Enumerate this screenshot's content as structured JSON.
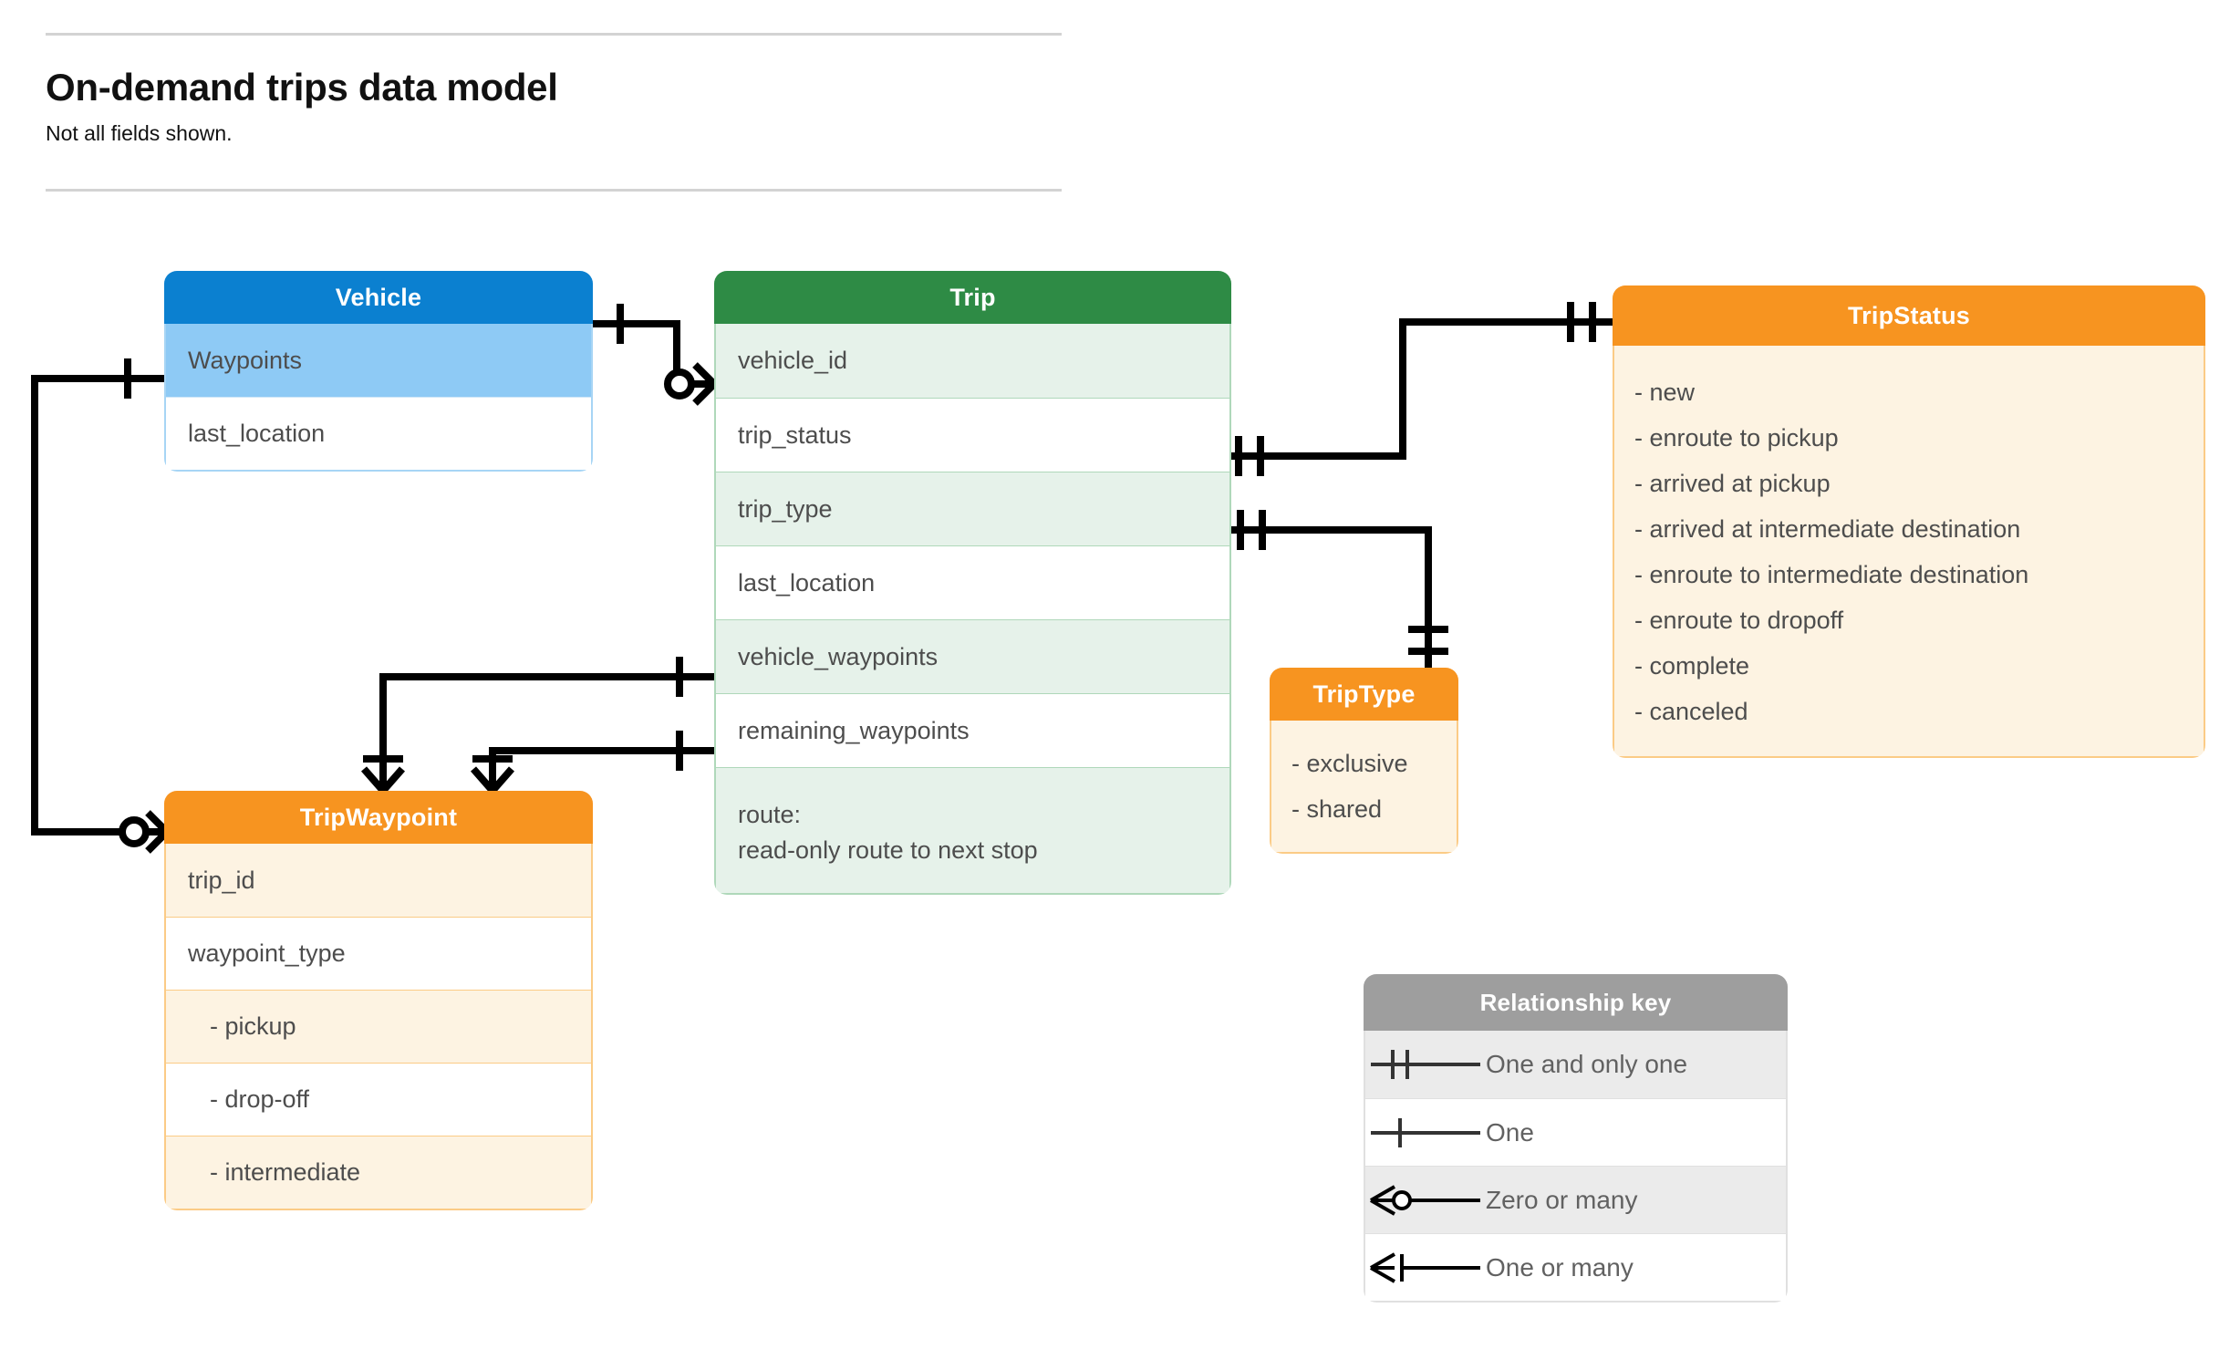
{
  "header": {
    "title": "On-demand trips data model",
    "subtitle": "Not all fields shown."
  },
  "entities": {
    "vehicle": {
      "name": "Vehicle",
      "header_color": "#0B80D0",
      "fields": [
        {
          "label": "Waypoints"
        },
        {
          "label": "last_location"
        }
      ]
    },
    "trip": {
      "name": "Trip",
      "header_color": "#2E8B45",
      "fields": [
        {
          "label": "vehicle_id"
        },
        {
          "label": "trip_status"
        },
        {
          "label": "trip_type"
        },
        {
          "label": "last_location"
        },
        {
          "label": "vehicle_waypoints"
        },
        {
          "label": "remaining_waypoints"
        },
        {
          "label": "route:",
          "sub": "read-only route to next stop"
        }
      ]
    },
    "trip_waypoint": {
      "name": "TripWaypoint",
      "header_color": "#F79420",
      "fields": [
        {
          "label": "trip_id"
        },
        {
          "label": "waypoint_type"
        },
        {
          "label": "-  pickup"
        },
        {
          "label": "-  drop-off"
        },
        {
          "label": "-  intermediate"
        }
      ]
    },
    "trip_status": {
      "name": "TripStatus",
      "header_color": "#F79420",
      "values": [
        "- new",
        "- enroute to pickup",
        "- arrived at pickup",
        "- arrived at intermediate destination",
        "- enroute to intermediate destination",
        "- enroute to dropoff",
        "- complete",
        "- canceled"
      ]
    },
    "trip_type": {
      "name": "TripType",
      "header_color": "#F79420",
      "values": [
        "- exclusive",
        "- shared"
      ]
    }
  },
  "relationship_key": {
    "title": "Relationship key",
    "header_color": "#9E9E9E",
    "rows": [
      {
        "glyph": "one-and-only-one-icon",
        "label": "One and only one"
      },
      {
        "glyph": "one-icon",
        "label": "One"
      },
      {
        "glyph": "zero-or-many-icon",
        "label": "Zero or many"
      },
      {
        "glyph": "one-or-many-icon",
        "label": "One or many"
      }
    ]
  },
  "relationships": [
    {
      "from": "Vehicle",
      "from_card": "One",
      "to": "Trip.vehicle_id",
      "to_card": "Zero or many"
    },
    {
      "from": "Vehicle.Waypoints",
      "from_card": "One",
      "to": "TripWaypoint",
      "to_card": "Zero or many"
    },
    {
      "from": "Trip.trip_status",
      "from_card": "One and only one",
      "to": "TripStatus",
      "to_card": "One and only one"
    },
    {
      "from": "Trip.trip_type",
      "from_card": "One and only one",
      "to": "TripType",
      "to_card": "One and only one"
    },
    {
      "from": "Trip.vehicle_waypoints",
      "from_card": "One",
      "to": "TripWaypoint",
      "to_card": "One or many"
    },
    {
      "from": "Trip.remaining_waypoints",
      "from_card": "One",
      "to": "TripWaypoint",
      "to_card": "One or many"
    }
  ]
}
